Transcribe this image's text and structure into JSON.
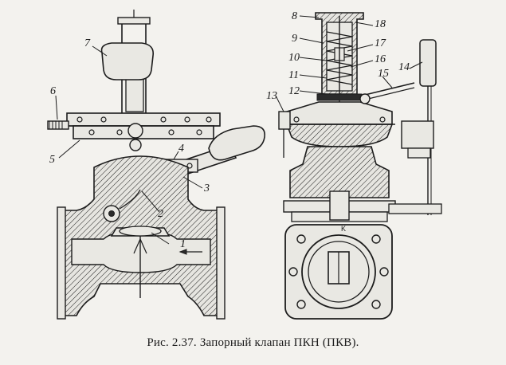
{
  "caption": "Рис. 2.37. Запорный клапан ПКН (ПКВ).",
  "diagram_marks": {
    "inlet_mark": "K"
  },
  "callouts": [
    {
      "id": "c1",
      "label": "1"
    },
    {
      "id": "c2",
      "label": "2"
    },
    {
      "id": "c3",
      "label": "3"
    },
    {
      "id": "c4",
      "label": "4"
    },
    {
      "id": "c5",
      "label": "5"
    },
    {
      "id": "c6",
      "label": "6"
    },
    {
      "id": "c7",
      "label": "7"
    },
    {
      "id": "c8",
      "label": "8"
    },
    {
      "id": "c9",
      "label": "9"
    },
    {
      "id": "c10",
      "label": "10"
    },
    {
      "id": "c11",
      "label": "11"
    },
    {
      "id": "c12",
      "label": "12"
    },
    {
      "id": "c13",
      "label": "13"
    },
    {
      "id": "c14",
      "label": "14"
    },
    {
      "id": "c15",
      "label": "15"
    },
    {
      "id": "c16",
      "label": "16"
    },
    {
      "id": "c17",
      "label": "17"
    },
    {
      "id": "c18",
      "label": "18"
    }
  ],
  "colors": {
    "ink": "#1c1c1c",
    "paper": "#f3f2ee"
  }
}
